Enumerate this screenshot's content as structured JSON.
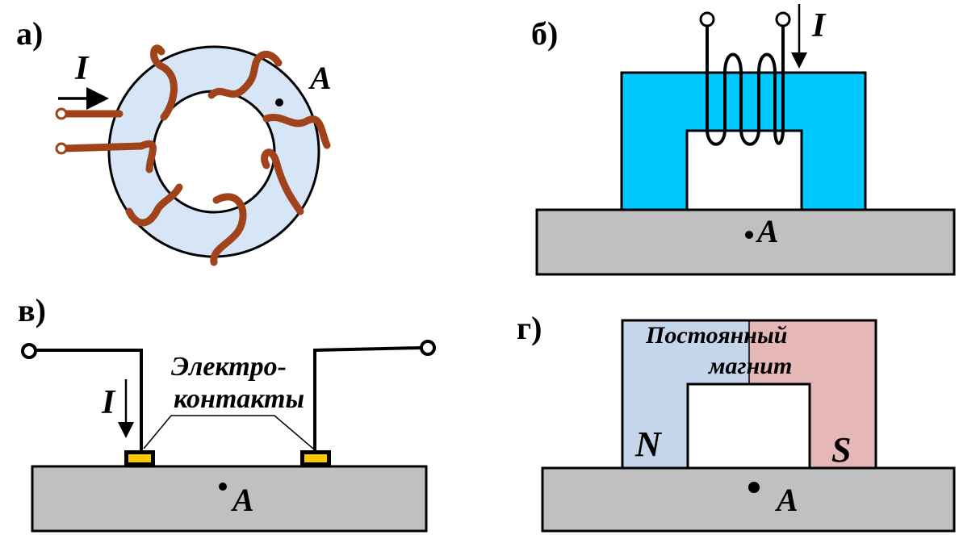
{
  "colors": {
    "toroid_core": "#d6e6f7",
    "coil_winding": "#a0421a",
    "yoke_blue": "#00c8ff",
    "workpiece_gray": "#c0c0c0",
    "contact_pad": "#ffc800",
    "magnet_north": "#c6d6ea",
    "magnet_south": "#e5b8b7",
    "wire": "#000000"
  },
  "panel_a": {
    "label": "а)",
    "current_label": "I",
    "point_label": "A"
  },
  "panel_b": {
    "label": "б)",
    "current_label": "I",
    "point_label": "A"
  },
  "panel_v": {
    "label": "в)",
    "current_label": "I",
    "point_label": "A",
    "contacts_line1": "Электро-",
    "contacts_line2": "контакты"
  },
  "panel_g": {
    "label": "г)",
    "point_label": "A",
    "magnet_line1": "Постоянный",
    "magnet_line2": "магнит",
    "north_label": "N",
    "south_label": "S"
  }
}
